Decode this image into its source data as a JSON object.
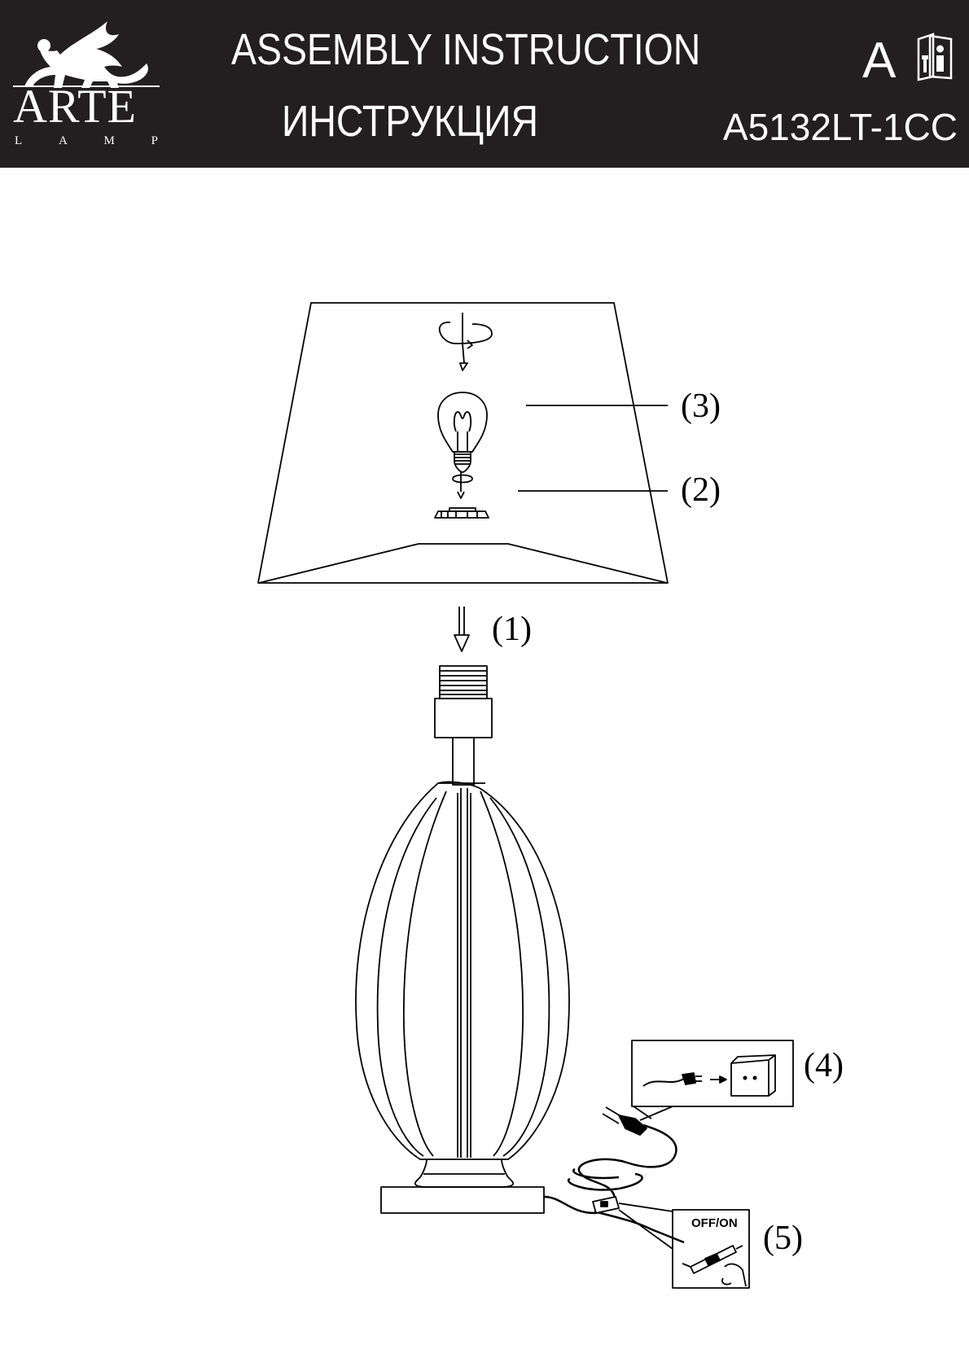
{
  "header": {
    "brand": "ARTE",
    "brand_sub": [
      "L",
      "A",
      "M",
      "P"
    ],
    "title_en": "ASSEMBLY  INSTRUCTION",
    "title_ru": "ИНСТРУКЦИЯ",
    "letter": "A",
    "model": "A5132LT-1CC",
    "icons": [
      "griffin-logo",
      "info-manual-icon"
    ]
  },
  "labels": {
    "step1": "(1)",
    "step2": "(2)",
    "step3": "(3)",
    "step4": "(4)",
    "step5": "(5)",
    "switch": "OFF/ON"
  },
  "colors": {
    "header_bg": "#231f20",
    "header_text": "#ffffff",
    "line": "#000000"
  }
}
